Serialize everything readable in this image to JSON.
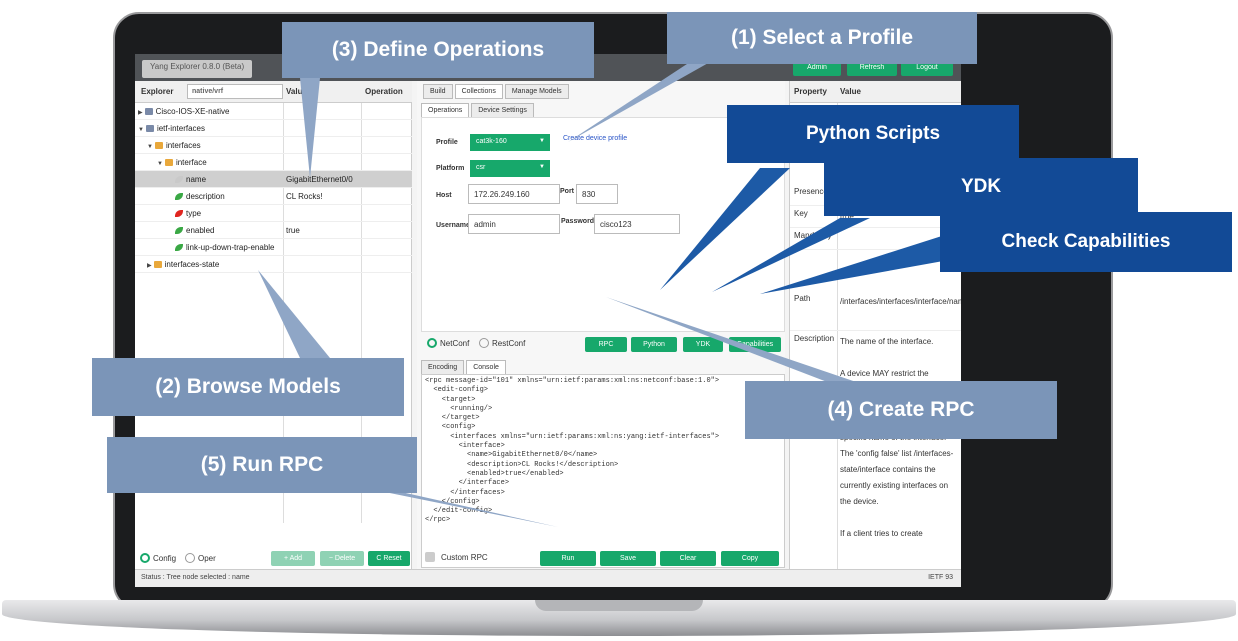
{
  "app": {
    "title": "Yang Explorer 0.8.0 (Beta)",
    "top_buttons": [
      "Admin",
      "Refresh",
      "Logout"
    ],
    "status": "Status : Tree node selected : name",
    "version": "IETF 93"
  },
  "explorer": {
    "headers": {
      "explorer": "Explorer",
      "values": "Values",
      "operation": "Operation"
    },
    "search_value": "native/vrf",
    "tree": [
      {
        "label": "Cisco-IOS-XE-native",
        "value": ""
      },
      {
        "label": "ietf-interfaces",
        "value": ""
      },
      {
        "label": "interfaces",
        "value": ""
      },
      {
        "label": "interface",
        "value": ""
      },
      {
        "label": "name",
        "value": "GigabitEthernet0/0"
      },
      {
        "label": "description",
        "value": "CL Rocks!"
      },
      {
        "label": "type",
        "value": ""
      },
      {
        "label": "enabled",
        "value": "true"
      },
      {
        "label": "link-up-down-trap-enable",
        "value": ""
      },
      {
        "label": "interfaces-state",
        "value": ""
      }
    ],
    "footer": {
      "config": "Config",
      "oper": "Oper",
      "add": "+ Add",
      "delete": "− Delete",
      "reset": "C Reset"
    }
  },
  "middle": {
    "tabs": [
      "Build",
      "Collections",
      "Manage Models"
    ],
    "subtabs": [
      "Operations",
      "Device Settings"
    ],
    "profile_label": "Profile",
    "profile_value": "cat3k-160",
    "create_profile_link": "Create device profile",
    "platform_label": "Platform",
    "platform_value": "csr",
    "host_label": "Host",
    "host_value": "172.26.249.160",
    "port_label": "Port",
    "port_value": "830",
    "username_label": "Username",
    "username_value": "admin",
    "password_label": "Password",
    "password_value": "cisco123",
    "protocols": [
      "NetConf",
      "RestConf"
    ],
    "action_buttons": [
      "RPC",
      "Python",
      "YDK",
      "Capabilities"
    ],
    "console_tabs": [
      "Encoding",
      "Console"
    ],
    "console_text": "<rpc message-id=\"101\" xmlns=\"urn:ietf:params:xml:ns:netconf:base:1.0\">\n  <edit-config>\n    <target>\n      <running/>\n    </target>\n    <config>\n      <interfaces xmlns=\"urn:ietf:params:xml:ns:yang:ietf-interfaces\">\n        <interface>\n          <name>GigabitEthernet0/0</name>\n          <description>CL Rocks!</description>\n          <enabled>true</enabled>\n        </interface>\n      </interfaces>\n    </config>\n  </edit-config>\n</rpc>",
    "custom_rpc": "Custom RPC",
    "run_buttons": [
      "Run",
      "Save",
      "Clear",
      "Copy"
    ]
  },
  "properties": {
    "headers": {
      "property": "Property",
      "value": "Value"
    },
    "rows": [
      {
        "key": "Presence",
        "value": ""
      },
      {
        "key": "Key",
        "value": "true"
      },
      {
        "key": "Mandatory",
        "value": ""
      },
      {
        "key": "Path",
        "value": "/interfaces/interfaces/interface/name"
      },
      {
        "key": "Description",
        "value": "The name of the interface.\n\nA device MAY restrict the allowed values for this leaf, possibly depending on the type of the interface. ... device-specific name of the interface. The 'config false' list /interfaces-state/interface contains the currently existing interfaces on the device.\n\nIf a client tries to create"
      }
    ]
  },
  "callouts": {
    "define": "(3) Define Operations",
    "select": "(1) Select a Profile",
    "python": "Python Scripts",
    "ydk": "YDK",
    "capabilities": "Check Capabilities",
    "browse": "(2) Browse Models",
    "create": "(4) Create RPC",
    "run": "(5) Run RPC"
  },
  "colors": {
    "accent": "#17a86b",
    "callout_light": "#7b95b8",
    "callout_dark": "#124a96"
  }
}
